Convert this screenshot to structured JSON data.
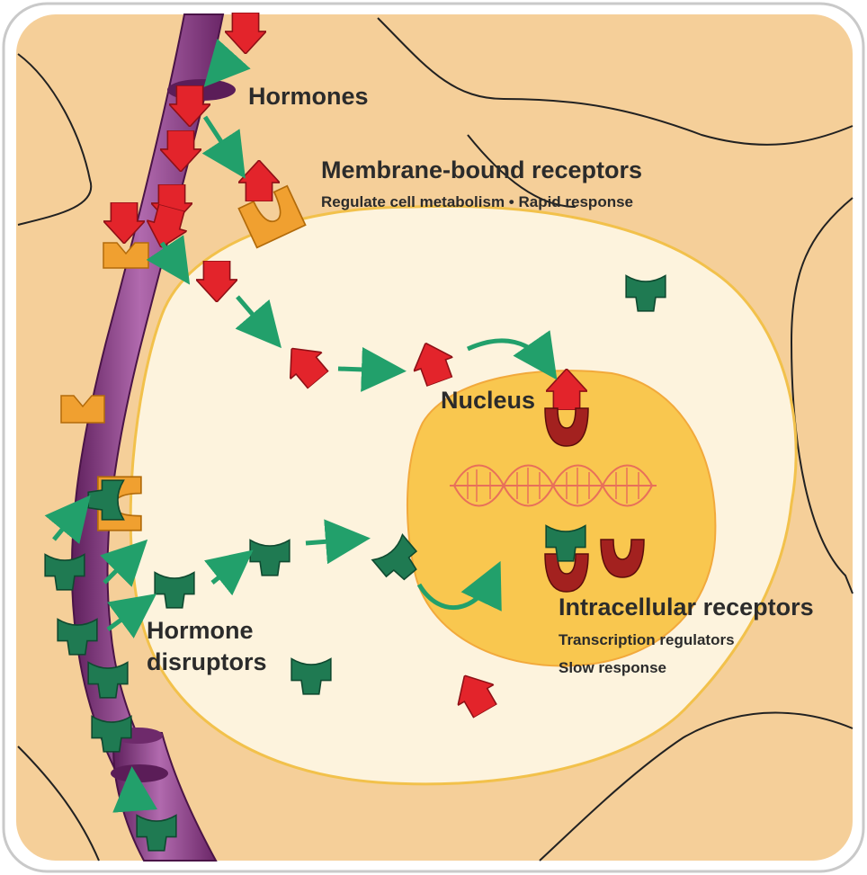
{
  "labels": {
    "hormones": "Hormones",
    "membrane_title": "Membrane-bound receptors",
    "membrane_sub": "Regulate cell metabolism • Rapid response",
    "nucleus": "Nucleus",
    "intracellular_title": "Intracellular receptors",
    "intracellular_sub1": "Transcription regulators",
    "intracellular_sub2": "Slow response",
    "disruptors_line1": "Hormone",
    "disruptors_line2": "disruptors"
  },
  "colors": {
    "background": "#f5cf99",
    "cell": "#fdf3dd",
    "cell_border": "#f2c14b",
    "nucleus": "#f9c74f",
    "vessel": "#8a3a86",
    "hormone": "#e3242b",
    "disruptor": "#1f7a52",
    "arrow": "#22a06b",
    "membrane_receptor": "#f0a030",
    "intracellular_receptor": "#a3211f"
  }
}
